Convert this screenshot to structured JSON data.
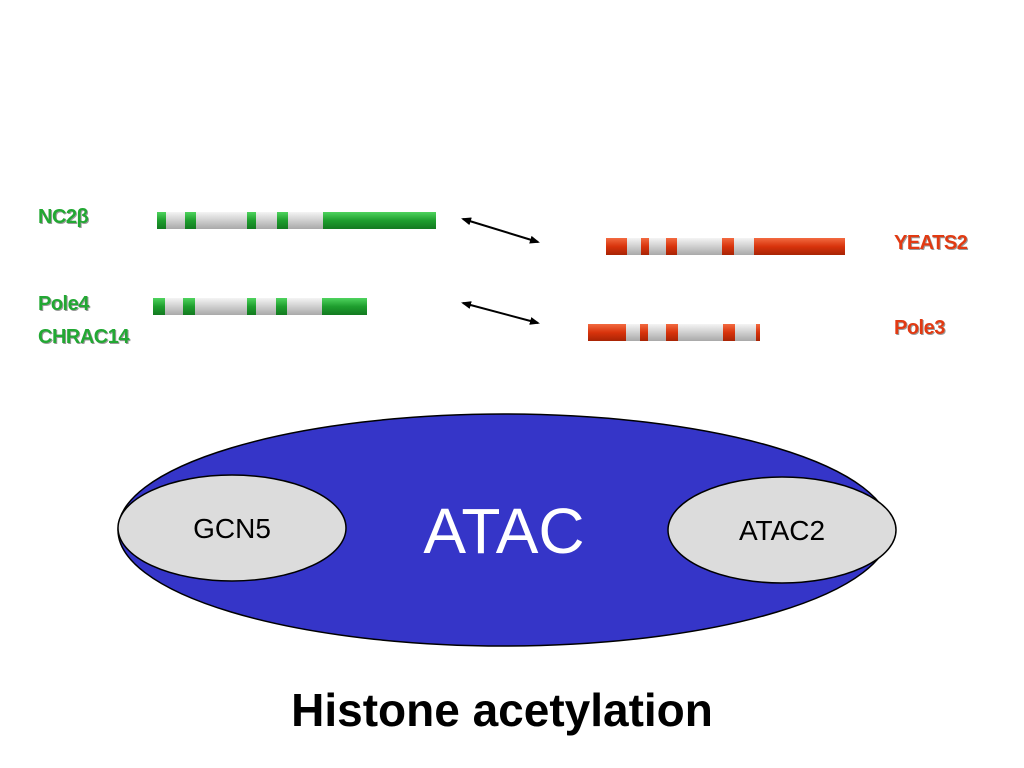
{
  "labels": {
    "nc2b": "NC2β",
    "pole4": "Pole4",
    "chrac14": "CHRAC14",
    "yeats2": "YEATS2",
    "pole3": "Pole3"
  },
  "complex": {
    "name": "ATAC",
    "left_subunit": "GCN5",
    "right_subunit": "ATAC2"
  },
  "caption": "Histone acetylation",
  "colors": {
    "green": "#22a833",
    "red": "#e23a12",
    "gray": "#d9d9d9",
    "complex_blue": "#3535c8",
    "subunit_fill": "#dcdcdc"
  }
}
